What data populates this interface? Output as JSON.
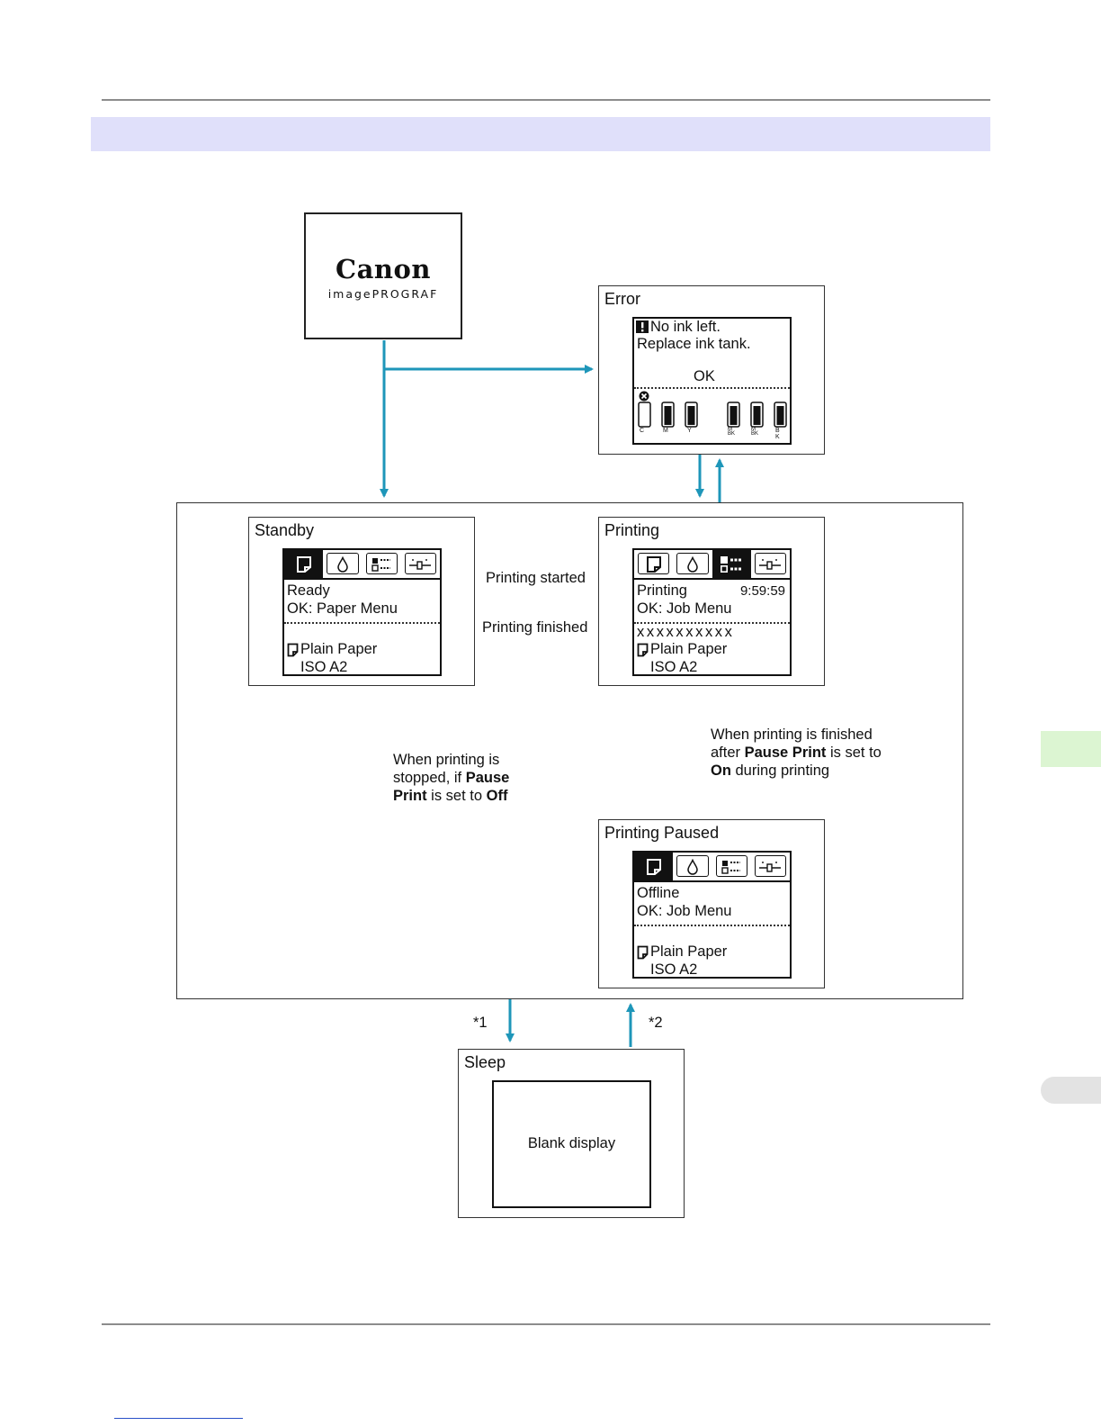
{
  "logo": {
    "brand": "Canon",
    "product": "imagePROGRAF"
  },
  "error": {
    "title": "Error",
    "msg1": "No ink left.",
    "msg2": "Replace ink tank.",
    "ok": "OK",
    "ink_labels": [
      "C",
      "M",
      "Y",
      "MBK",
      "MBK",
      "BK"
    ]
  },
  "standby": {
    "title": "Standby",
    "line1": "Ready",
    "line2": "OK: Paper Menu",
    "paper": "Plain Paper",
    "size": "ISO A2"
  },
  "printing": {
    "title": "Printing",
    "line1": "Printing",
    "time": "9:59:59",
    "line2": "OK: Job Menu",
    "job": "xxxxxxxxxx",
    "paper": "Plain Paper",
    "size": "ISO A2"
  },
  "paused": {
    "title": "Printing Paused",
    "line1": "Offline",
    "line2": "OK: Job Menu",
    "paper": "Plain Paper",
    "size": "ISO A2"
  },
  "sleep": {
    "title": "Sleep",
    "display": "Blank display"
  },
  "transitions": {
    "started": "Printing started",
    "finished": "Printing finished",
    "stopped_a": "When printing is",
    "stopped_b1": "stopped, if ",
    "stopped_b2": "Pause",
    "stopped_c1": "Print",
    "stopped_c2": " is set to ",
    "stopped_c3": "Off",
    "finished_a": "When printing is finished",
    "finished_b1": "after ",
    "finished_b2": "Pause Print",
    "finished_b3": " is set to",
    "finished_c1": "On",
    "finished_c2": " during printing",
    "note1": "*1",
    "note2": "*2"
  },
  "colors": {
    "arrow": "#1e96b9",
    "band": "#e0e0fa",
    "tab_green": "#dcf5d2"
  }
}
